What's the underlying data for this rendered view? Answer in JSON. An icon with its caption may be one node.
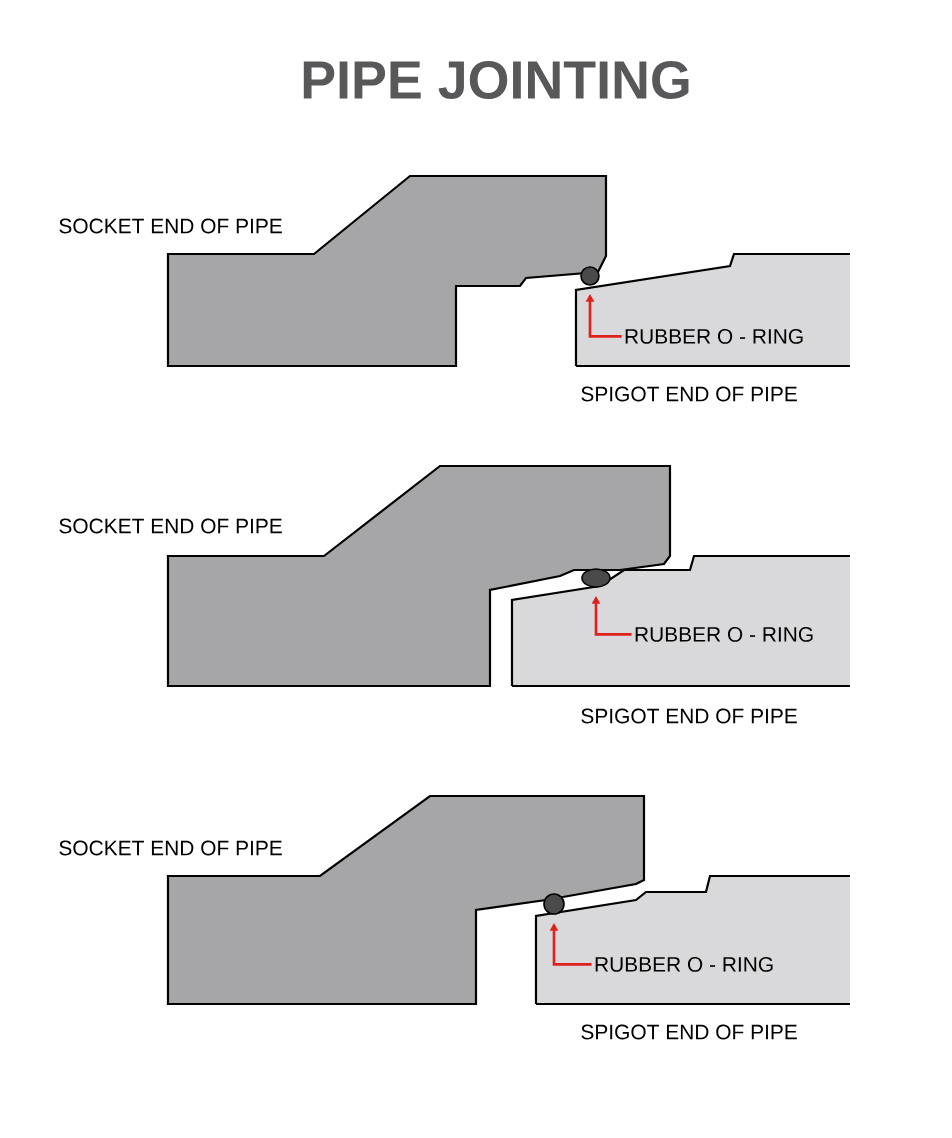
{
  "diagram": {
    "title": "PIPE JOINTING",
    "nodes": [
      {
        "text": [
          "SOCKET END OF PIPE"
        ]
      },
      {
        "text": [
          "SPIGOT END OF PIPE"
        ]
      },
      {
        "text": [],
        "shape": "circle"
      },
      {
        "text": [
          "RUBBER O - RING"
        ],
        "in": 1
      },
      {
        "text": [
          "SOCKET END OF PIPE"
        ]
      },
      {
        "text": [
          "SPIGOT END OF PIPE"
        ]
      },
      {
        "text": [],
        "shape": "circle"
      },
      {
        "text": [
          "RUBBER O - RING"
        ],
        "in": 5
      },
      {
        "text": [
          "SOCKET END OF PIPE"
        ]
      },
      {
        "text": [
          "SPIGOT END OF PIPE"
        ]
      },
      {
        "text": [],
        "shape": "circle"
      },
      {
        "text": [
          "RUBBER O - RING"
        ],
        "in": 9
      }
    ],
    "edges": [
      {
        "from": 3,
        "to": 2,
        "arrow": "to"
      },
      {
        "from": 7,
        "to": 6,
        "arrow": "to"
      },
      {
        "from": 11,
        "to": 10,
        "arrow": "to"
      }
    ]
  }
}
